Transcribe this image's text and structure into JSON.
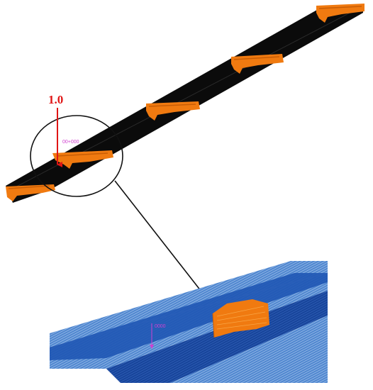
{
  "figure": {
    "load_label": "1.0",
    "node_tag": "00+000",
    "inset_tag": "0000"
  },
  "colors": {
    "beam_dark": "#0b0b0b",
    "connector_orange": "#f07a10",
    "load_arrow": "#e01515",
    "node_tag": "#d040d0",
    "inset_top_face": "#4f86cf",
    "inset_side_face": "#17449a",
    "inset_front_face": "#1f57b4",
    "leader_line": "#111111"
  }
}
